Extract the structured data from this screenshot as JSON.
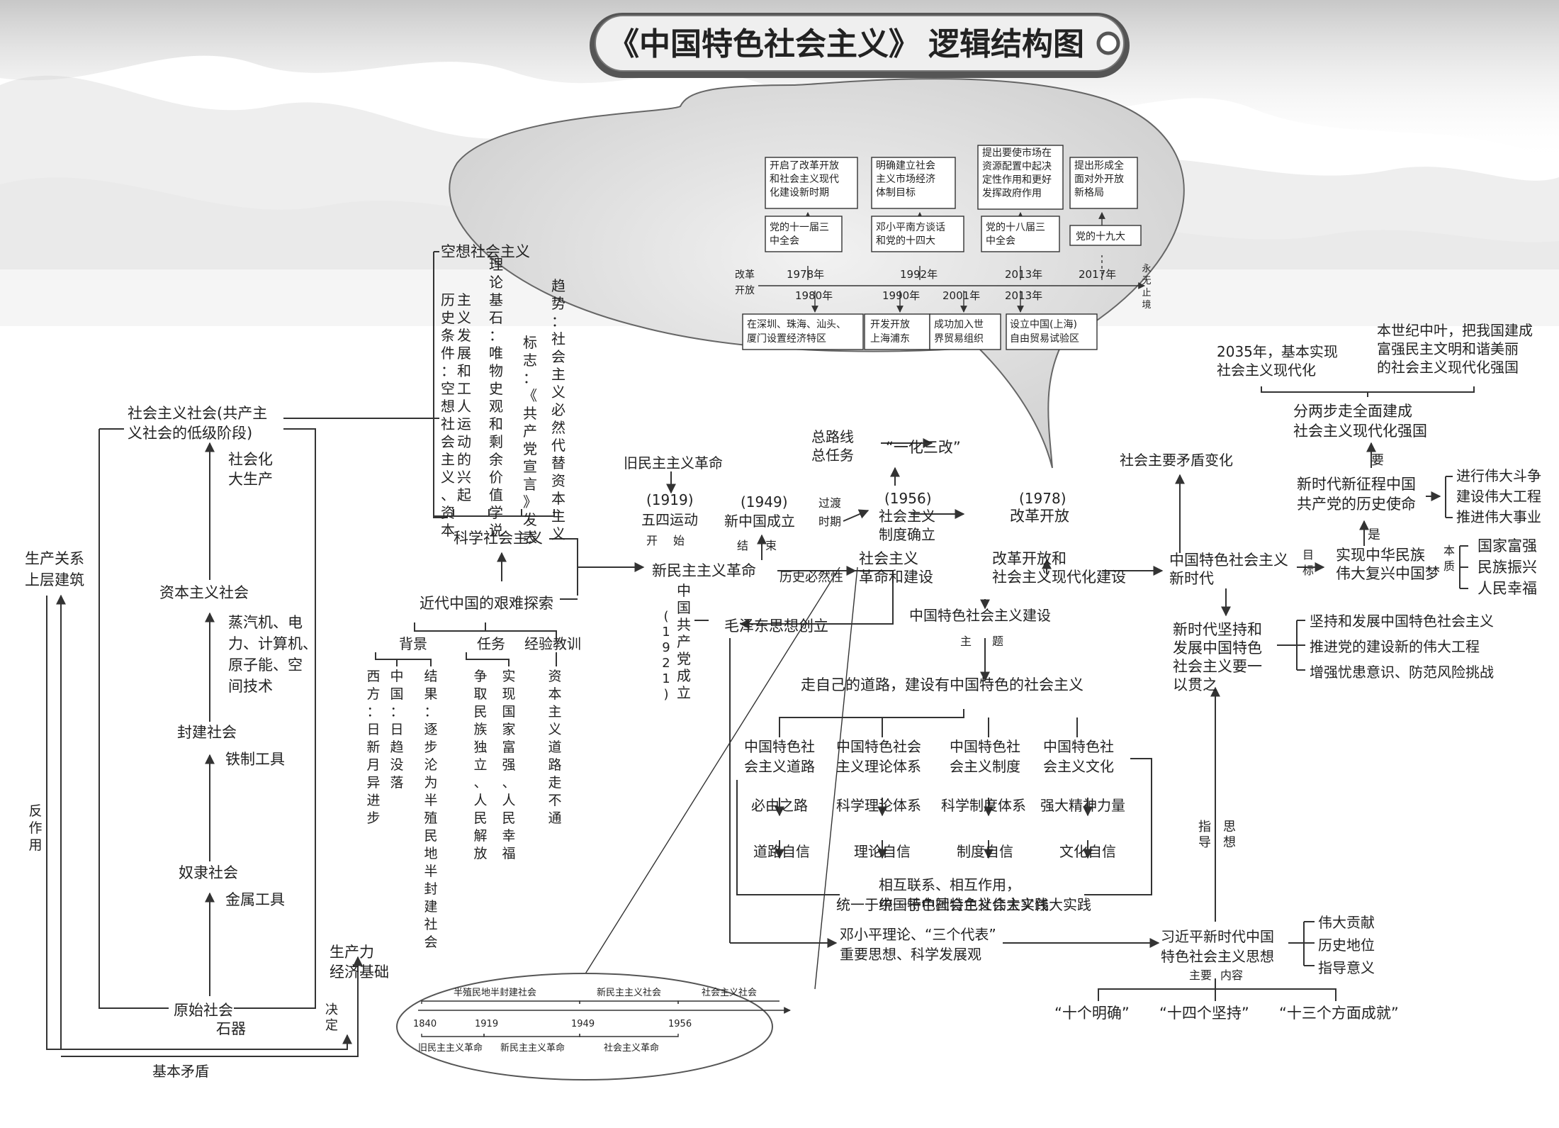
{
  "title": {
    "main": "《中国特色社会主义》",
    "sub": "逻辑结构图"
  },
  "left": {
    "primitive": "原始社会",
    "stone": "石器",
    "slave": "奴隶社会",
    "bronze": "金属工具",
    "feudal": "封建社会",
    "iron": "铁制工具",
    "capitalist": "资本主义社会",
    "tech": [
      "蒸汽机、电",
      "力、计算机、",
      "原子能、空",
      "间技术"
    ],
    "socialized": [
      "社会化",
      "大生产"
    ],
    "socialist": [
      "社会主义社会(共产主",
      "义社会的低级阶段)"
    ],
    "relations": [
      "生产关系",
      "上层建筑"
    ],
    "reaction": "反作用",
    "forces": [
      "生产力",
      "经济基础"
    ],
    "decide": "决定",
    "contradiction": "基本矛盾"
  },
  "utopia": {
    "title": "空想社会主义",
    "cols": [
      "趋势：社会主义必然代替资本主义",
      "标志：《共产党宣言》发表",
      "理论基石：唯物史观和剩余价值学说",
      "主义发展和工人运动的兴起",
      "历史条件：空想社会主义、资本"
    ],
    "scientific": "科学社会主义"
  },
  "explore": {
    "title": "近代中国的艰难探索",
    "background": "背景",
    "task": "任务",
    "lesson": "经验教训",
    "bg_west": "西方：日新月异进步",
    "bg_china": "中国：日趋没落",
    "result": "结果：逐步沦为半殖民地半封建社会",
    "task1": "争取民族独立、人民解放",
    "task2": "实现国家富强、人民幸福",
    "lesson_text": "资本主义道路走不通"
  },
  "center": {
    "old_rev": "旧民主主义革命",
    "y1919": "(1919)",
    "may4": "五四运动",
    "start": [
      "开",
      "始"
    ],
    "new_dem": "新民主主义革命",
    "party": "中国共产党成立",
    "y1921": "(1921)",
    "y1949": "(1949)",
    "prc": "新中国成立",
    "end": [
      "结",
      "束"
    ],
    "hist": "历史必然性",
    "sr_build": [
      "社会主义",
      "革命和建设"
    ],
    "general_line": [
      "总路线",
      "总任务"
    ],
    "one_three": "“一化三改”",
    "transition": [
      "过渡",
      "时期"
    ],
    "y1956": "(1956)",
    "system": [
      "社会主义",
      "制度确立"
    ],
    "y1978": "(1978)",
    "reform": "改革开放",
    "reform_build": [
      "改革开放和",
      "社会主义现代化建设"
    ],
    "mao": "毛泽东思想创立",
    "cs_build": "中国特色社会主义建设",
    "theme": [
      "主",
      "题"
    ],
    "own_road": "走自己的道路，建设有中国特色的社会主义",
    "cols": [
      {
        "t1": "中国特色社",
        "t2": "会主义道路",
        "m": "必由之路",
        "b": "道路自信"
      },
      {
        "t1": "中国特色社会",
        "t2": "主义理论体系",
        "m": "科学理论体系",
        "b": "理论自信"
      },
      {
        "t1": "中国特色社",
        "t2": "会主义制度",
        "m": "科学制度体系",
        "b": "制度自信"
      },
      {
        "t1": "中国特色社",
        "t2": "会主义文化",
        "m": "强大精神力量",
        "b": "文化自信"
      }
    ],
    "unified": [
      "相互联系、相互作用，",
      "统一于中国特色社会主义伟大实践"
    ],
    "deng": [
      "邓小平理论、“三个代表”",
      "重要思想、科学发展观"
    ]
  },
  "bubble": {
    "top": [
      {
        "text": [
          "开启了改革开放",
          "和社会主义现代",
          "化建设新时期"
        ],
        "meeting": [
          "党的十一届三",
          "中全会"
        ],
        "year": "1978年"
      },
      {
        "text": [
          "明确建立社会",
          "主义市场经济",
          "体制目标"
        ],
        "meeting": [
          "邓小平南方谈话",
          "和党的十四大"
        ],
        "year": "1992年"
      },
      {
        "text": [
          "提出要使市场在",
          "资源配置中起决",
          "定性作用和更好",
          "发挥政府作用"
        ],
        "meeting": [
          "党的十八届三",
          "中全会"
        ],
        "year": "2013年"
      },
      {
        "text": [
          "提出形成全",
          "面对外开放",
          "新格局"
        ],
        "meeting": [
          "党的十九大"
        ],
        "year": "2017年"
      }
    ],
    "left_label": [
      "改革",
      "开放"
    ],
    "right_label": [
      "永",
      "无",
      "止",
      "境"
    ],
    "bottom": [
      {
        "year": "1980年",
        "text": [
          "在深圳、珠海、汕头、",
          "厦门设置经济特区"
        ]
      },
      {
        "year": "1990年",
        "text": [
          "开发开放",
          "上海浦东"
        ]
      },
      {
        "year": "2001年",
        "text": [
          "成功加入世",
          "界贸易组织"
        ]
      },
      {
        "year": "2013年",
        "text": [
          "设立中国(上海)",
          "自由贸易试验区"
        ]
      }
    ]
  },
  "timeline": {
    "years": [
      "1840",
      "1919",
      "1949",
      "1956"
    ],
    "periods": [
      "半殖民地半封建社会",
      "新民主主义社会",
      "社会主义社会"
    ],
    "revs": [
      "旧民主主义革命",
      "新民主主义革命",
      "社会主义革命"
    ]
  },
  "right": {
    "contradiction": "社会主要矛盾变化",
    "new_era": [
      "中国特色社会主义",
      "新时代"
    ],
    "goal": [
      "目",
      "标"
    ],
    "rejuv": [
      "实现中华民族",
      "伟大复兴中国梦"
    ],
    "essence": [
      "本",
      "质"
    ],
    "ess_items": [
      "国家富强",
      "民族振兴",
      "人民幸福"
    ],
    "is": "是",
    "mission": [
      "新时代新征程中国",
      "共产党的历史使命"
    ],
    "great": [
      "进行伟大斗争",
      "建设伟大工程",
      "推进伟大事业"
    ],
    "need": "要",
    "two_step": [
      "分两步走全面建成",
      "社会主义现代化强国"
    ],
    "y2035": [
      "2035年，基本实现",
      "社会主义现代化"
    ],
    "mid": [
      "本世纪中叶，把我国建成",
      "富强民主文明和谐美丽",
      "的社会主义现代化强国"
    ],
    "persist": [
      "新时代坚持和",
      "发展中国特色",
      "社会主义要一",
      "以贯之"
    ],
    "persist_items": [
      "坚持和发展中国特色社会主义",
      "推进党的建设新的伟大工程",
      "增强忧患意识、防范风险挑战"
    ],
    "guide": [
      "指",
      "导"
    ],
    "thought": [
      "思",
      "想"
    ],
    "xi": [
      "习近平新时代中国",
      "特色社会主义思想"
    ],
    "xi_items": [
      "伟大贡献",
      "历史地位",
      "指导意义"
    ],
    "main_content": [
      "主要",
      "内容"
    ],
    "clear": [
      "“十个明确”",
      "“十四个坚持”",
      "“十三个方面成就”"
    ]
  }
}
